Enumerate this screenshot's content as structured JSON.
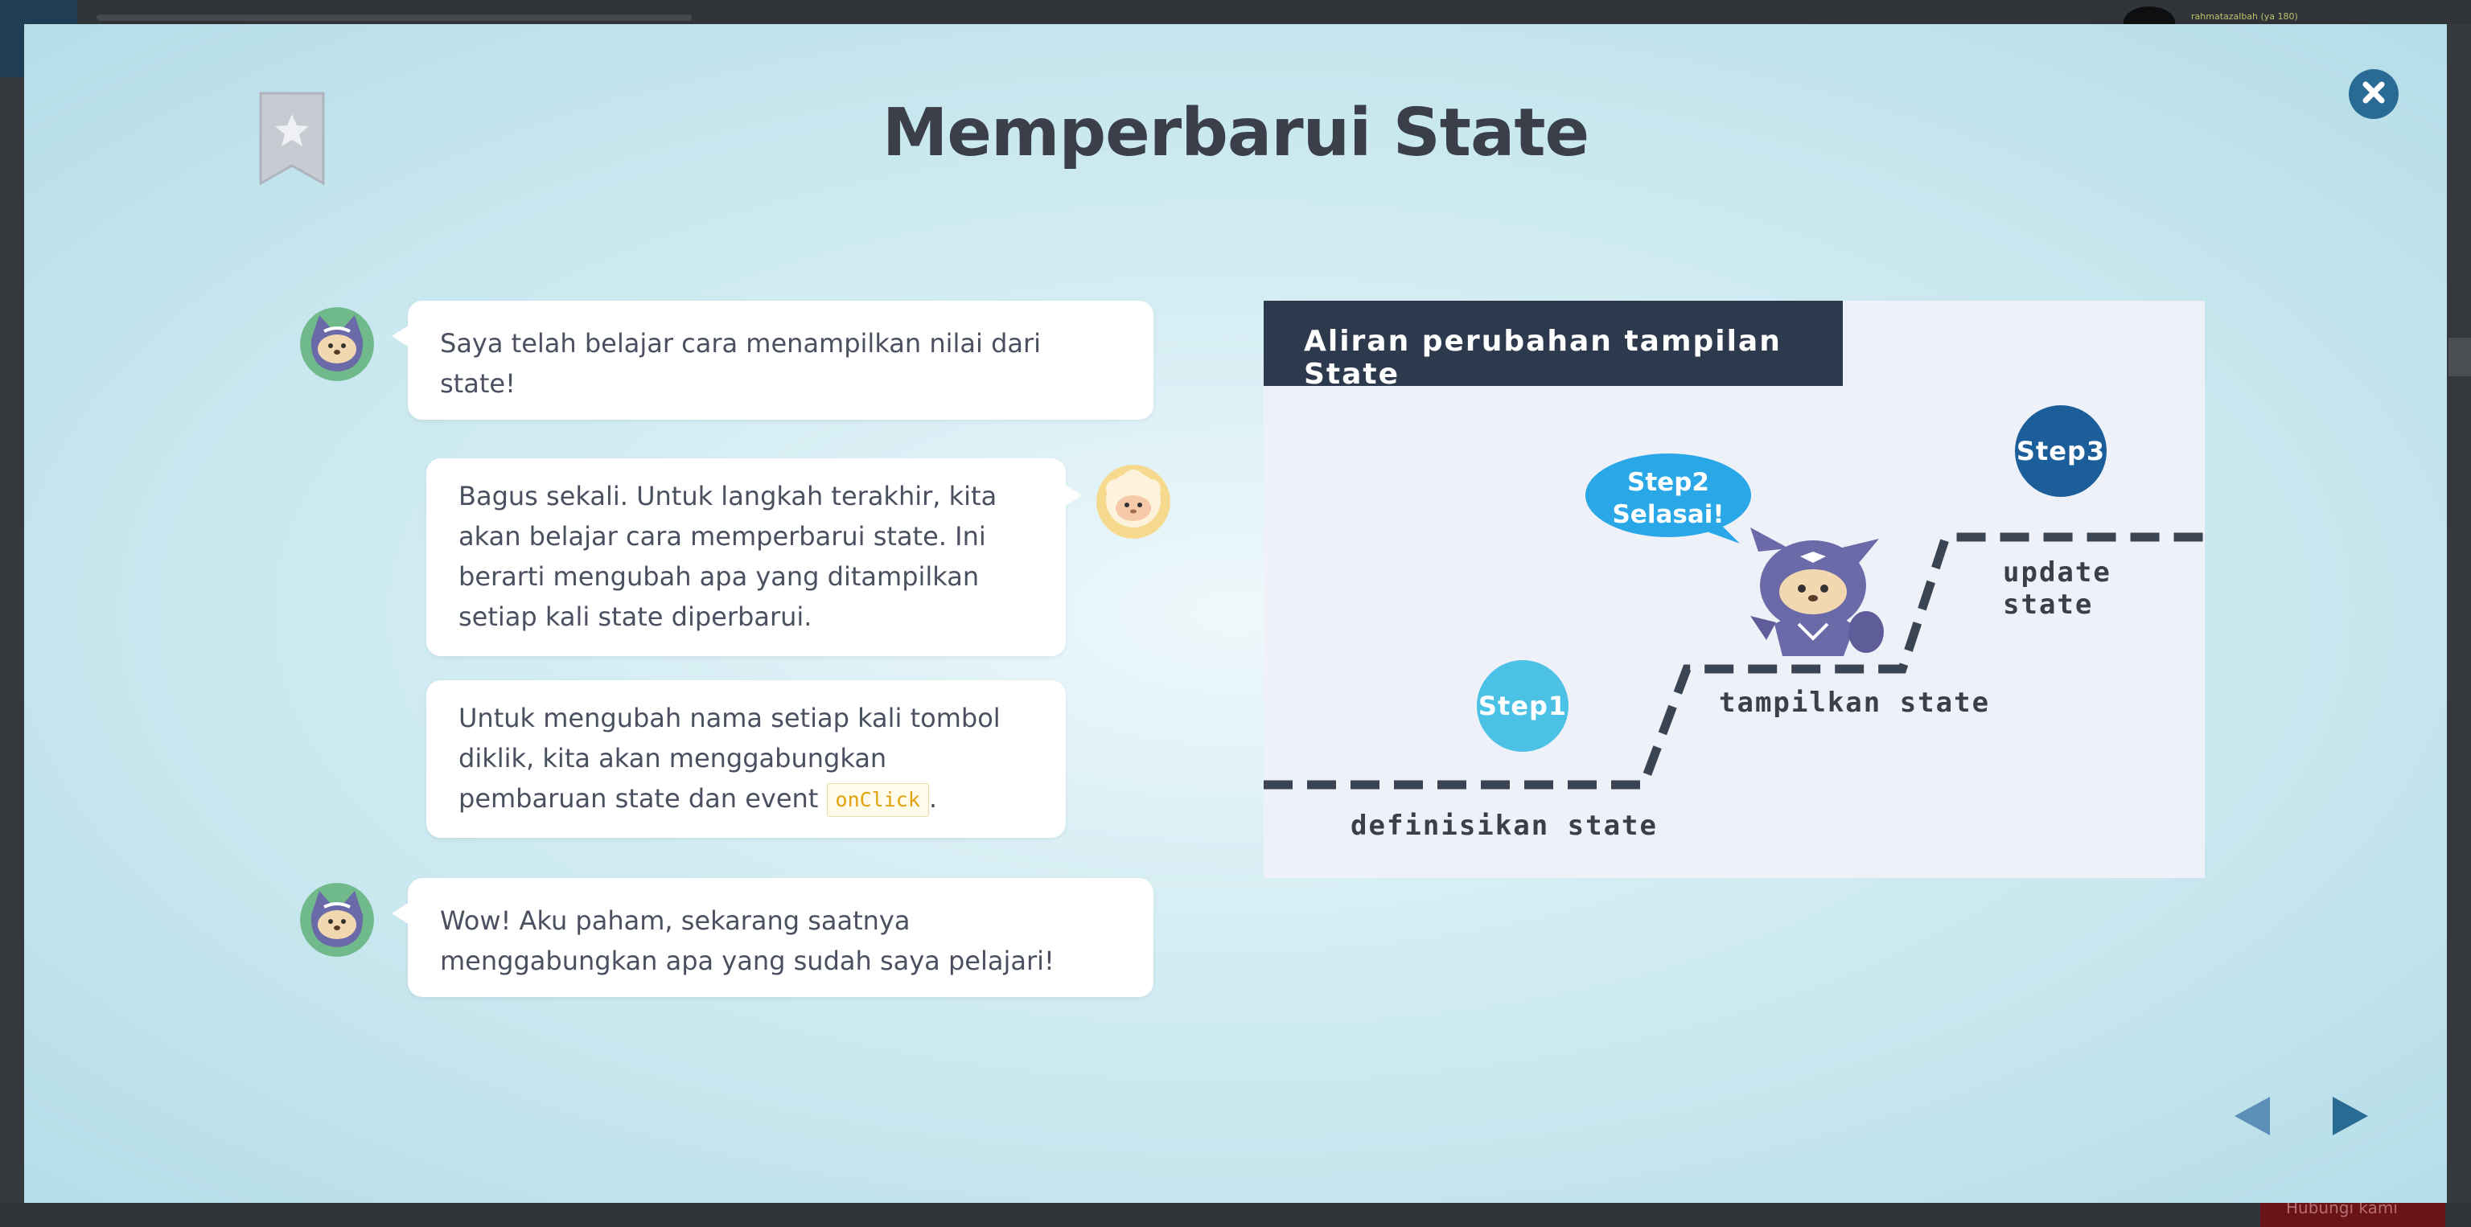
{
  "background": {
    "username": "rahmatazalbah (ya 180)",
    "bottom_button": "Hubungi kami"
  },
  "modal": {
    "title": "Memperbarui State",
    "colors": {
      "accent": "#2a6b95",
      "bubble": "#ffffff",
      "code": "#e1a20c"
    }
  },
  "chat": [
    {
      "speaker": "ninja",
      "side": "left",
      "text": "Saya telah belajar cara menampilkan nilai dari state!"
    },
    {
      "speaker": "sheep",
      "side": "right",
      "text": "Bagus sekali. Untuk langkah terakhir, kita akan belajar cara memperbarui state. Ini berarti mengubah apa yang ditampilkan setiap kali state diperbarui."
    },
    {
      "speaker": "sheep",
      "side": "right",
      "text_before": "Untuk mengubah nama setiap kali tombol diklik, kita akan menggabungkan pembaruan state dan event",
      "code": "onClick",
      "text_after": "."
    },
    {
      "speaker": "ninja",
      "side": "left",
      "text": "Wow! Aku paham, sekarang saatnya menggabungkan apa yang sudah saya pelajari!"
    }
  ],
  "diagram": {
    "title": "Aliran perubahan tampilan State",
    "step1": "Step1",
    "step2_line1": "Step2",
    "step2_line2": "Selasai!",
    "step3": "Step3",
    "label_define": "definisikan state",
    "label_show": "tampilkan state",
    "label_update": "update state"
  },
  "icons": {
    "bookmark": "bookmark-star-icon",
    "close": "close-icon",
    "prev": "arrow-left-icon",
    "next": "arrow-right-icon"
  }
}
